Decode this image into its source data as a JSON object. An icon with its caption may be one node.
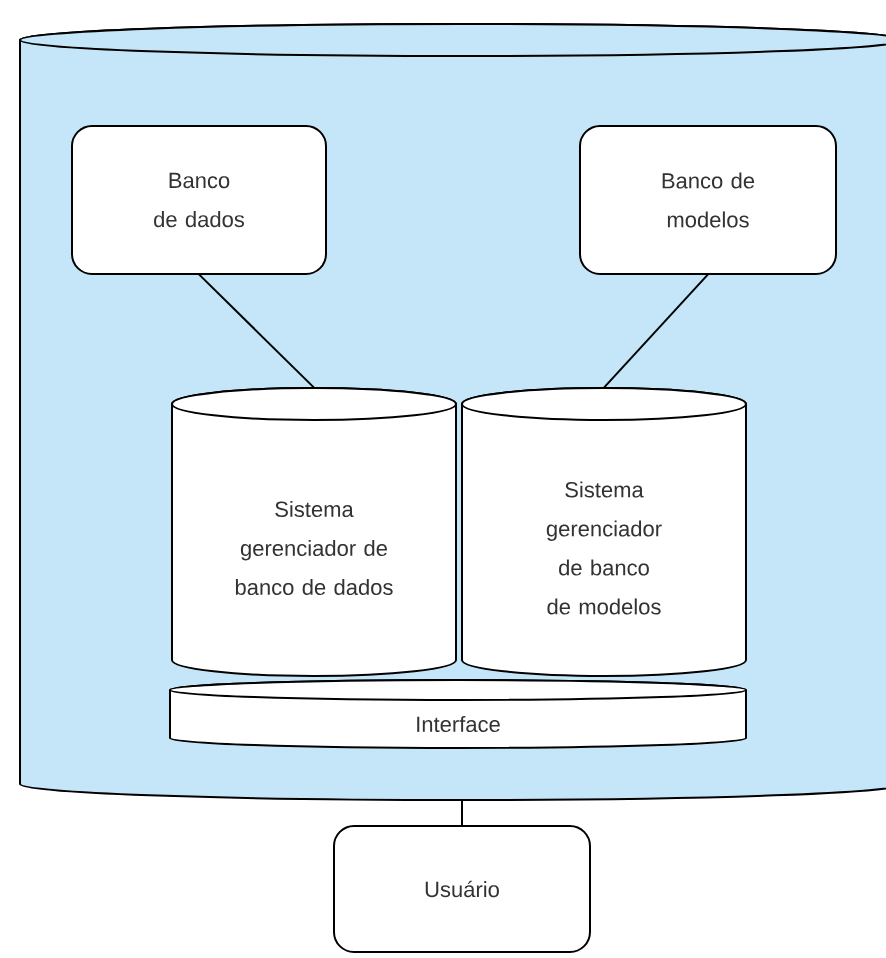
{
  "diagram": {
    "nodes": [
      {
        "text": [],
        "shape": "cylinder"
      },
      {
        "text": [
          "Banco de dados"
        ],
        "in": 0
      },
      {
        "text": [
          "Banco de modelos"
        ],
        "in": 0
      },
      {
        "text": [
          "Sistema gerenciador de banco de dados"
        ],
        "in": 0
      },
      {
        "text": [
          "Sistema gerenciador de banco de modelos"
        ],
        "in": 0
      },
      {
        "text": [
          "Interface"
        ],
        "in": 0
      },
      {
        "text": [
          "Usuário"
        ]
      }
    ],
    "edges": [
      {
        "from": 1,
        "to": 3,
        "arrow": "none"
      },
      {
        "from": 2,
        "to": 4,
        "arrow": "none"
      },
      {
        "from": 0,
        "to": 6,
        "arrow": "none"
      }
    ]
  }
}
